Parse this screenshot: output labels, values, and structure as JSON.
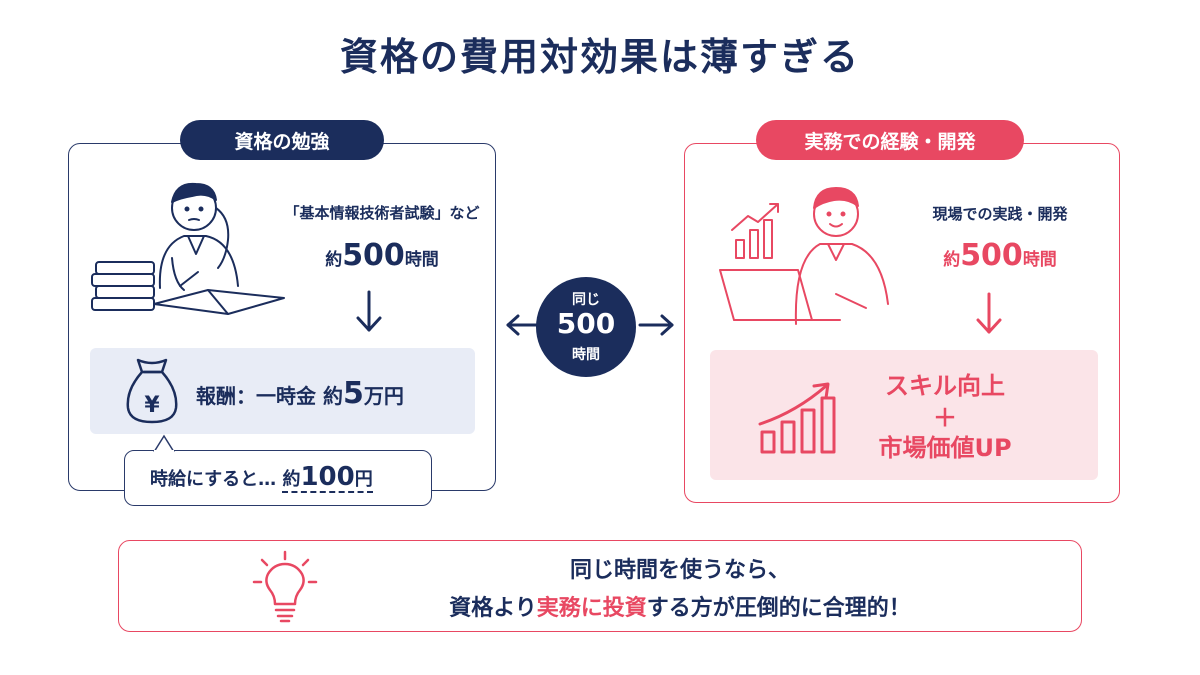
{
  "title": "資格の費用対効果は薄すぎる",
  "left": {
    "label": "資格の勉強",
    "exam": "「基本情報技術者試験」など",
    "hours_prefix": "約",
    "hours_value": "500",
    "hours_unit": "時間",
    "reward_prefix": "報酬：一時金 約",
    "reward_value": "5",
    "reward_unit": "万円",
    "hourly_prefix": "時給にすると… ",
    "hourly_approx": "約",
    "hourly_value": "100",
    "hourly_unit": "円"
  },
  "center": {
    "top": "同じ",
    "value": "500",
    "bottom": "時間"
  },
  "right": {
    "label": "実務での経験・開発",
    "practice": "現場での実践・開発",
    "hours_prefix": "約",
    "hours_value": "500",
    "hours_unit": "時間",
    "skill_line1": "スキル向上",
    "skill_plus": "＋",
    "skill_line2": "市場価値UP"
  },
  "conclusion": {
    "line1": "同じ時間を使うなら、",
    "line2_a": "資格より",
    "line2_b": "実務に投資",
    "line2_c": "する方が圧倒的に合理的！"
  },
  "colors": {
    "navy": "#1b2d5c",
    "accent_red": "#e84862",
    "pale_blue": "#e8ecf6",
    "pale_pink": "#fbe4e8"
  },
  "icons": [
    "studying-person-icon",
    "money-bag-icon",
    "down-arrow-icon",
    "double-arrow-icon",
    "laptop-person-icon",
    "growth-chart-icon",
    "lightbulb-icon"
  ]
}
